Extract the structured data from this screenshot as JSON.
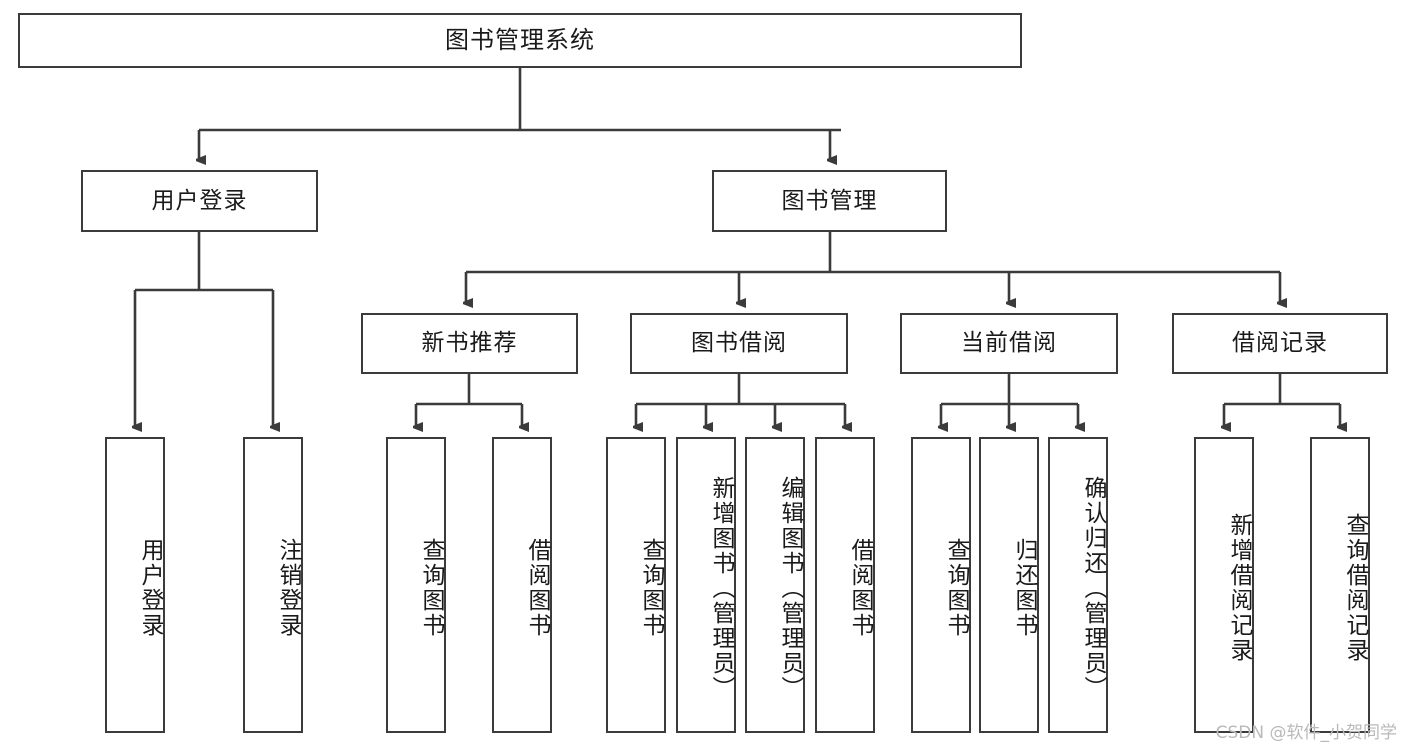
{
  "diagram": {
    "type": "tree",
    "title": "图书管理系统",
    "watermark": "CSDN @软件_小贺同学",
    "colors": {
      "box_border": "#3b3b3b",
      "box_fill": "#ffffff",
      "edge": "#3b3b3b",
      "text": "#1a1a1a",
      "watermark": "#b9b9b9"
    },
    "nodes": {
      "root": {
        "label": "图书管理系统"
      },
      "level2": [
        {
          "label": "用户登录"
        },
        {
          "label": "图书管理"
        }
      ],
      "level3": [
        {
          "label": "新书推荐"
        },
        {
          "label": "图书借阅"
        },
        {
          "label": "当前借阅"
        },
        {
          "label": "借阅记录"
        }
      ],
      "leaves": {
        "user_login": [
          {
            "label": "用户登录"
          },
          {
            "label": "注销登录"
          }
        ],
        "new_book_recommend": [
          {
            "label": "查询图书"
          },
          {
            "label": "借阅图书"
          }
        ],
        "book_borrow": [
          {
            "label": "查询图书"
          },
          {
            "label": "新增图书（管理员）"
          },
          {
            "label": "编辑图书（管理员）"
          },
          {
            "label": "借阅图书"
          }
        ],
        "current_borrow": [
          {
            "label": "查询图书"
          },
          {
            "label": "归还图书"
          },
          {
            "label": "确认归还（管理员）"
          }
        ],
        "borrow_record": [
          {
            "label": "新增借阅记录"
          },
          {
            "label": "查询借阅记录"
          }
        ]
      }
    }
  }
}
